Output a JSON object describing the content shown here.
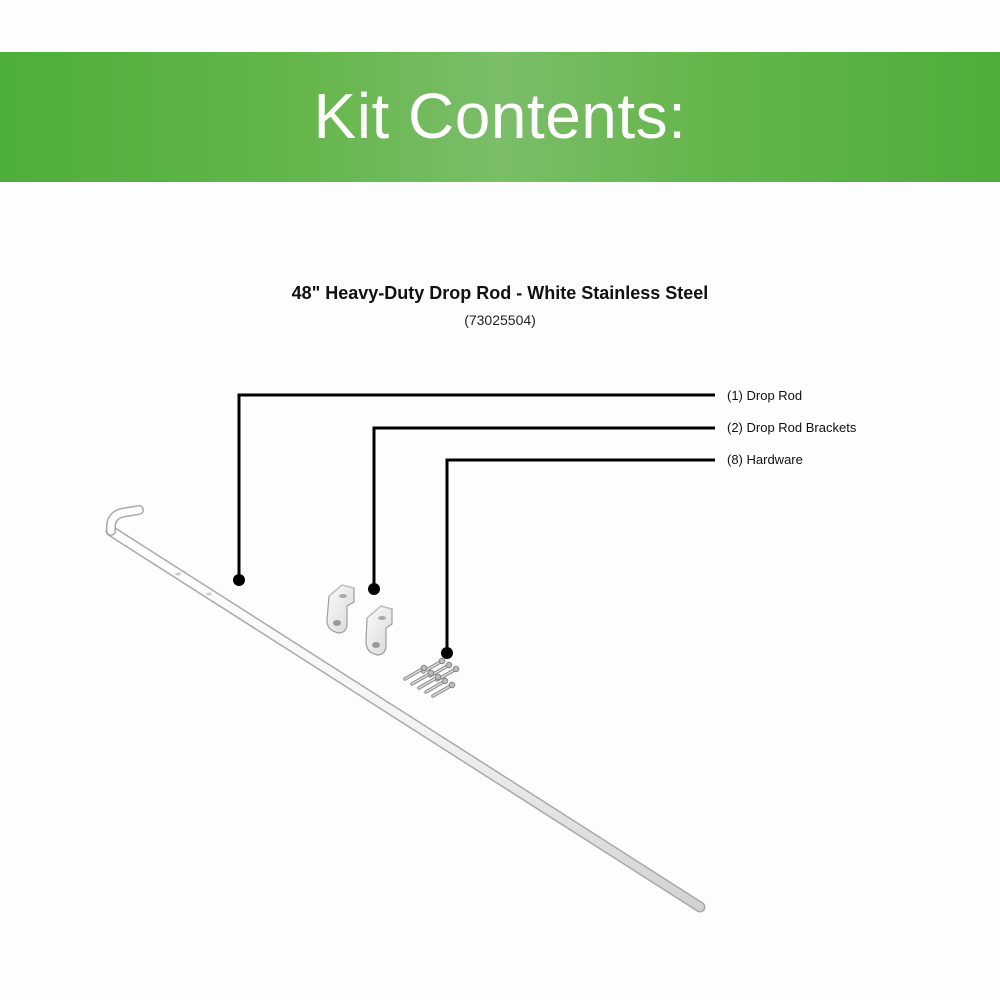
{
  "banner": {
    "title": "Kit Contents:",
    "gradient_colors": [
      "#4caf39",
      "#7bbd69",
      "#4cae39"
    ]
  },
  "product": {
    "title": "48\" Heavy-Duty Drop Rod - White Stainless Steel",
    "sku": "(73025504)"
  },
  "callouts": [
    {
      "label": "(1) Drop Rod",
      "icon": "drop-rod-image"
    },
    {
      "label": "(2) Drop Rod Brackets",
      "icon": "drop-rod-bracket-image"
    },
    {
      "label": "(8) Hardware",
      "icon": "screw-hardware-image"
    }
  ],
  "colors": {
    "banner_text": "#ffffff",
    "callout_line": "#000000",
    "product_part": "#ffffff"
  }
}
